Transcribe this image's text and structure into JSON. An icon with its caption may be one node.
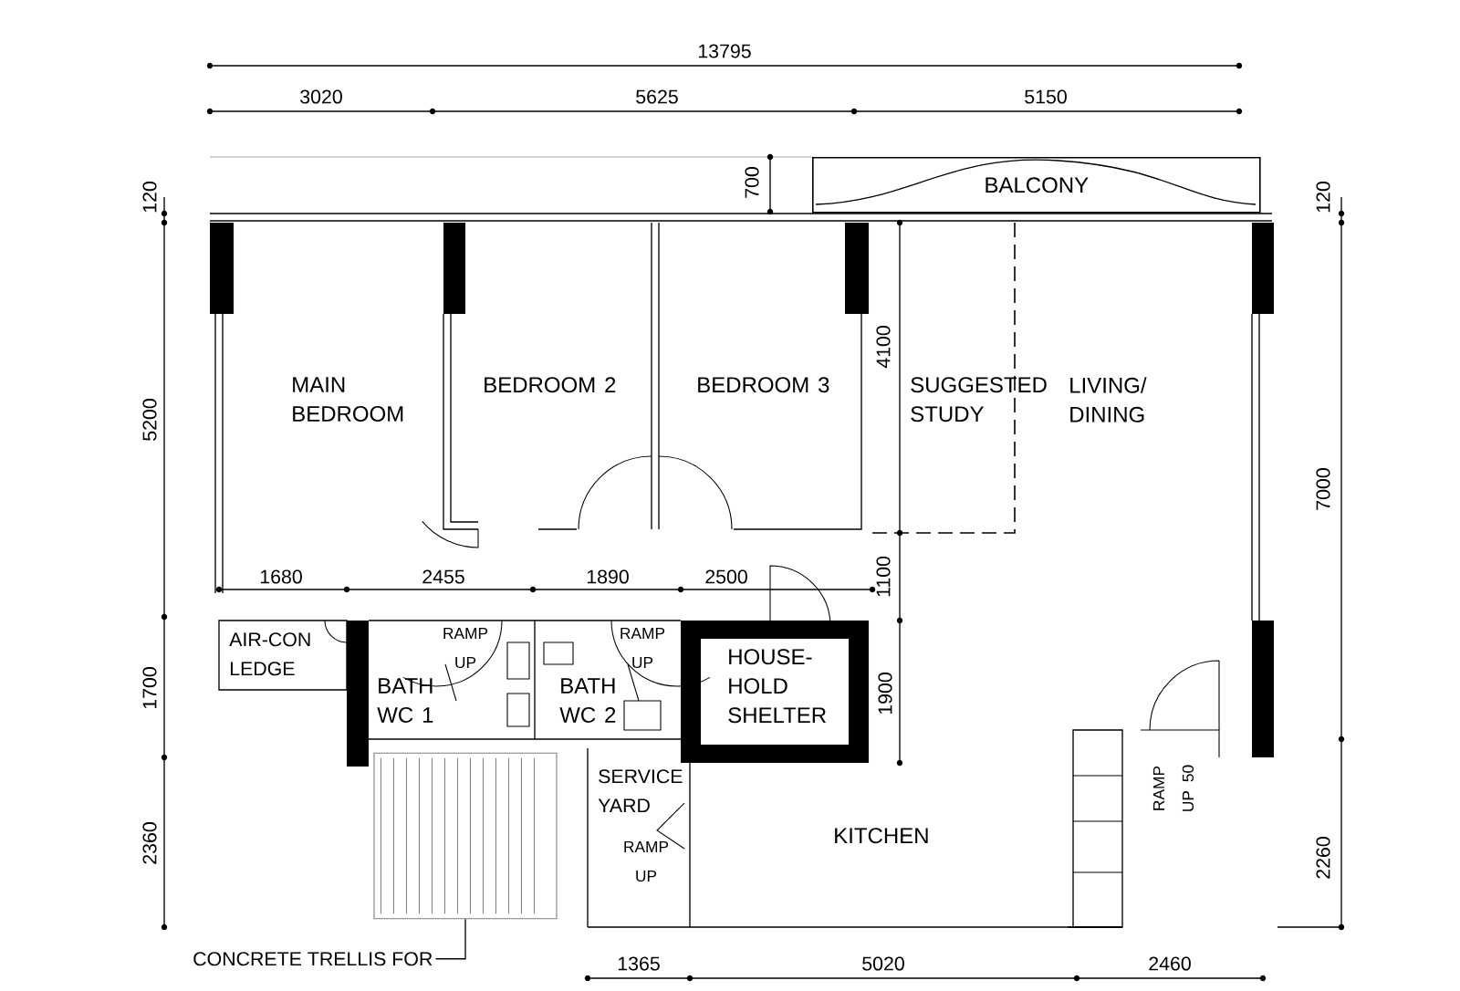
{
  "diagram": {
    "nodes": [
      {
        "text": [
          "BALCONY"
        ]
      },
      {
        "text": [
          "MAIN BEDROOM"
        ]
      },
      {
        "text": [
          "BEDROOM 2"
        ]
      },
      {
        "text": [
          "BEDROOM 3"
        ]
      },
      {
        "text": [
          "SUGGESTED STUDY"
        ]
      },
      {
        "text": [
          "LIVING/ DINING"
        ]
      },
      {
        "text": [
          "AIR-CON LEDGE"
        ]
      },
      {
        "text": [
          "BATH WC 1"
        ]
      },
      {
        "text": [
          "BATH WC 2"
        ]
      },
      {
        "text": [
          "HOUSE- HOLD SHELTER"
        ]
      },
      {
        "text": [
          "SERVICE YARD"
        ]
      },
      {
        "text": [
          "KITCHEN"
        ]
      },
      {
        "text": [
          "CONCRETE TRELLIS FOR"
        ]
      },
      {
        "text": [],
        "shape": "box"
      }
    ],
    "edges": [
      {
        "from": 12,
        "to": 13,
        "arrow": "none"
      }
    ],
    "labels": [
      "13795",
      "3020",
      "5625",
      "5150",
      "120",
      "700",
      "120",
      "4100",
      "5200",
      "7000",
      "1680",
      "2455",
      "1890",
      "2500",
      "1100",
      "1700",
      "RAMP UP",
      "RAMP UP",
      "1900",
      "RAMP UP",
      "RAMP UP 50",
      "2360",
      "2260",
      "1365",
      "5020",
      "2460"
    ]
  }
}
